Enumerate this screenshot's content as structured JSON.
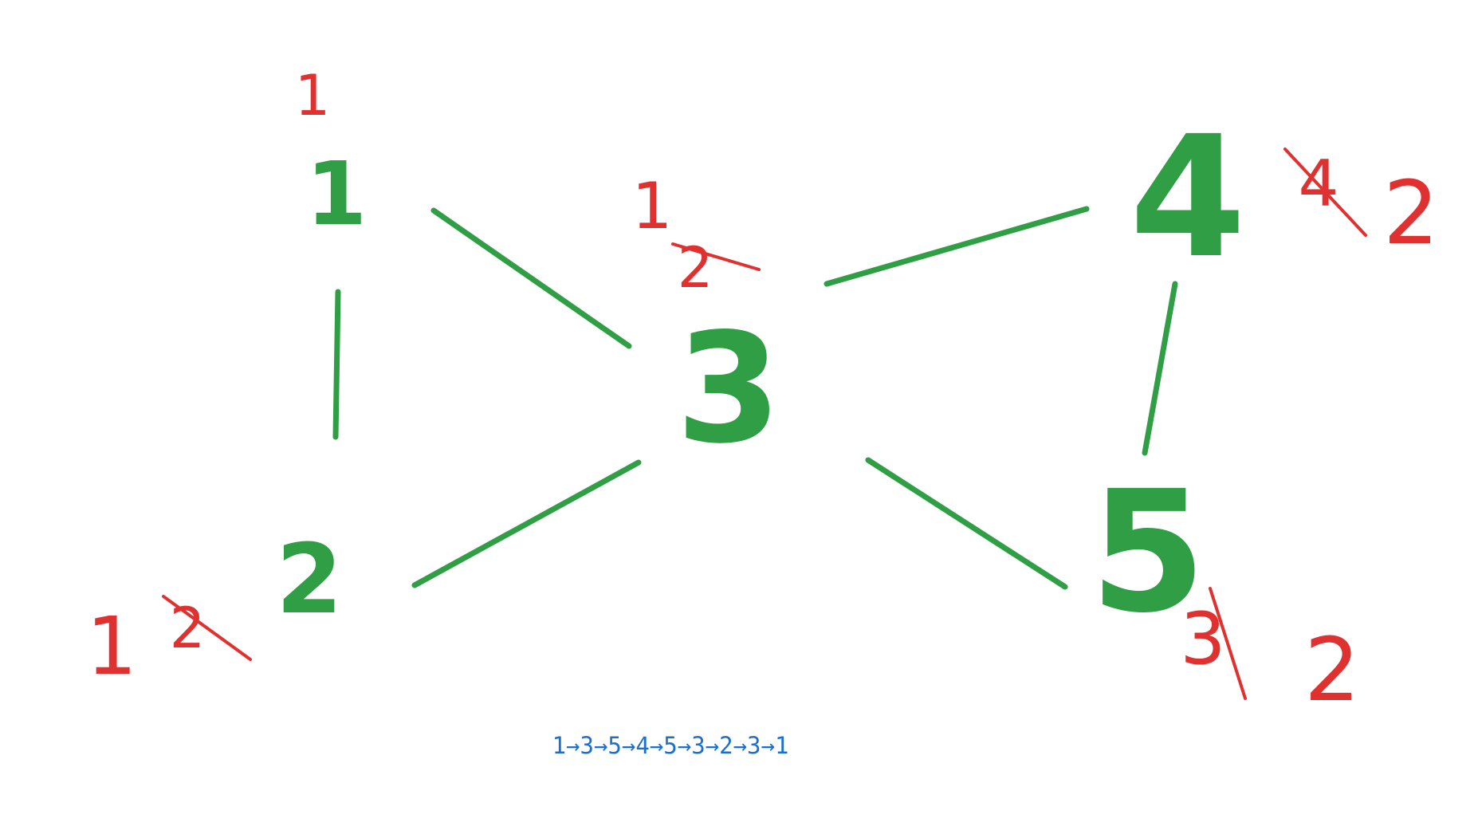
{
  "graph": {
    "nodes": [
      {
        "id": "1",
        "label": "1"
      },
      {
        "id": "2",
        "label": "2"
      },
      {
        "id": "3",
        "label": "3"
      },
      {
        "id": "4",
        "label": "4"
      },
      {
        "id": "5",
        "label": "5"
      }
    ],
    "edges": [
      {
        "from": "1",
        "to": "2"
      },
      {
        "from": "1",
        "to": "3"
      },
      {
        "from": "2",
        "to": "3"
      },
      {
        "from": "3",
        "to": "4"
      },
      {
        "from": "3",
        "to": "5"
      },
      {
        "from": "4",
        "to": "5"
      }
    ],
    "degree_annotations": {
      "node1": {
        "value": "1"
      },
      "node2": {
        "crossed": "2",
        "value": "1"
      },
      "node3": {
        "first": "1",
        "second": "2"
      },
      "node4": {
        "crossed": "4",
        "value": "2"
      },
      "node5": {
        "crossed": "3",
        "value": "2"
      }
    },
    "path": "1→3→5→4→5→3→2→3→1"
  },
  "colors": {
    "node": "#2f9e44",
    "edge": "#2f9e44",
    "annotation": "#e03131",
    "path_text": "#1c6fd1",
    "background": "#ffffff"
  }
}
